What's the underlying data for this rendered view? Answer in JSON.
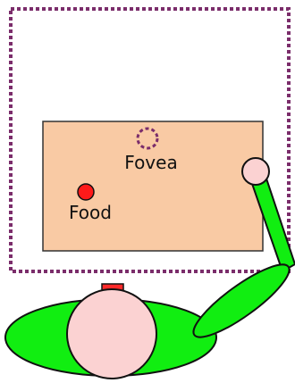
{
  "labels": {
    "fovea": "Fovea",
    "food": "Food"
  },
  "colors": {
    "visual_field_border": "#7b2d6b",
    "table_fill": "#f9caa4",
    "table_stroke": "#333333",
    "food_fill": "#ff1a1a",
    "fovea_stroke": "#7b2d6b",
    "skin_fill": "#fbd2d2",
    "body_fill": "#11ee11",
    "outline": "#111111",
    "nose_fill": "#ff2a2a",
    "text": "#111111"
  },
  "icons": {
    "food": "red-circle",
    "fovea": "dashed-circle",
    "agent": "top-down-figure-with-arm"
  }
}
